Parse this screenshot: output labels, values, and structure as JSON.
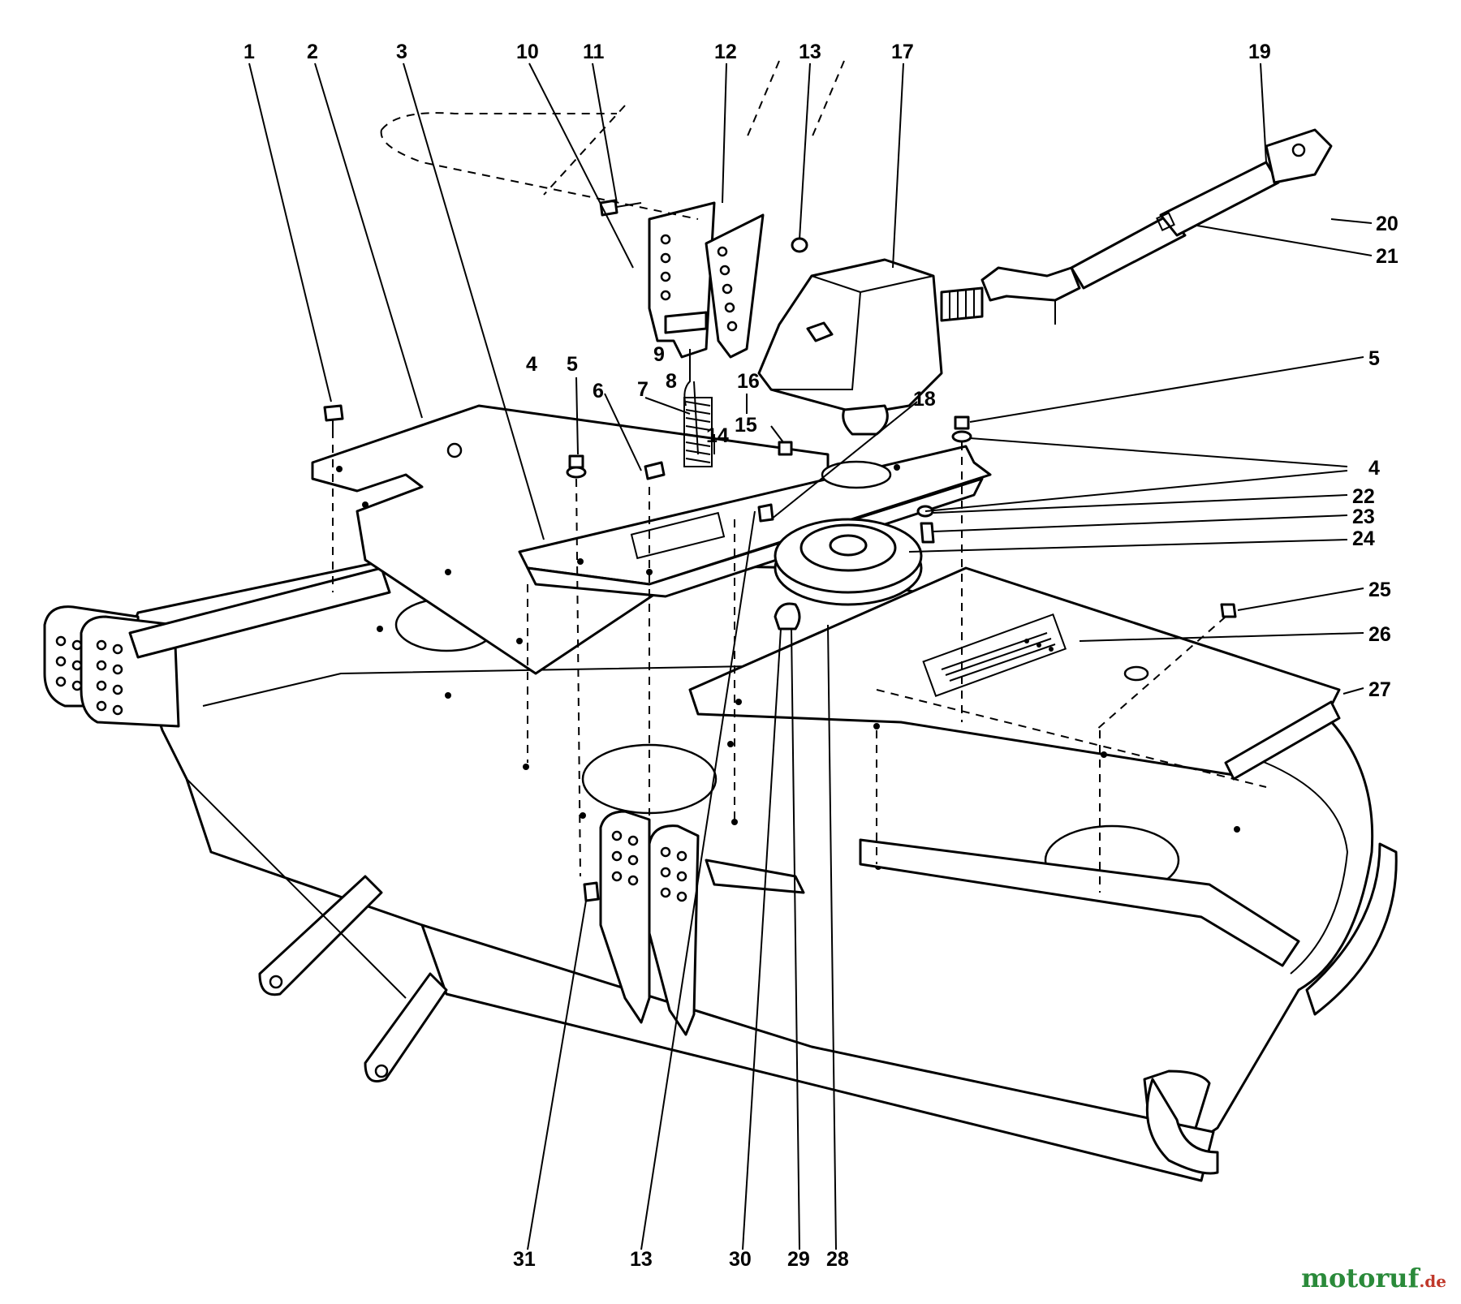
{
  "watermark": {
    "main": "motoruf",
    "tld": ".de"
  },
  "labels": [
    "1",
    "2",
    "3",
    "10",
    "11",
    "12",
    "13",
    "17",
    "19",
    "20",
    "21",
    "5",
    "4",
    "5",
    "6",
    "7",
    "8",
    "9",
    "16",
    "15",
    "14",
    "18",
    "4",
    "22",
    "23",
    "24",
    "25",
    "26",
    "27",
    "31",
    "13",
    "30",
    "29",
    "28"
  ]
}
